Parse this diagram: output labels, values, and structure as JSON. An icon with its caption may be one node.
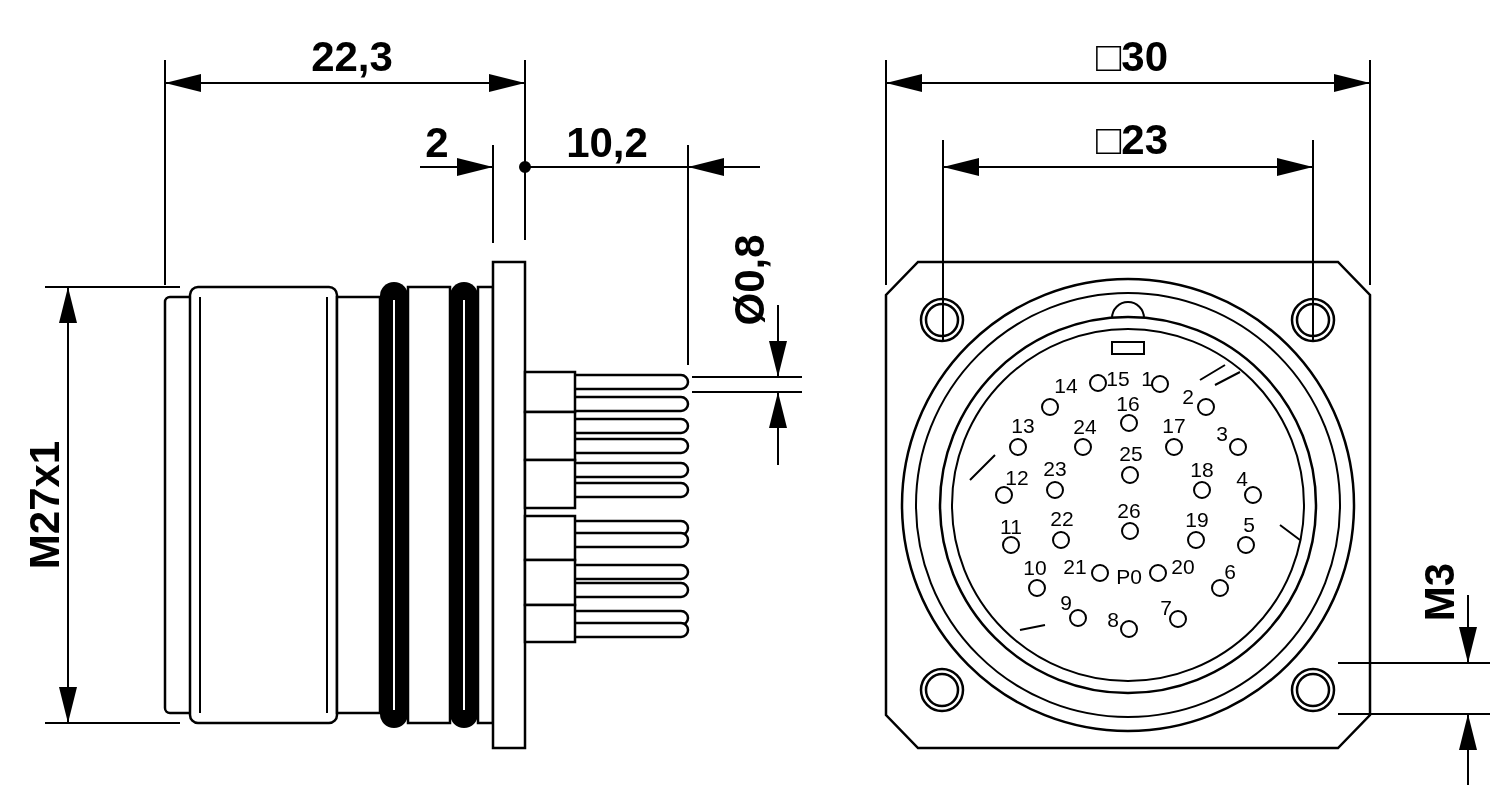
{
  "diagram": {
    "labels": [
      "22,3",
      "□30",
      "2",
      "10,2",
      "□23",
      "Ø0,8",
      "15",
      "1",
      "14",
      "2",
      "16",
      "13",
      "24",
      "17",
      "3",
      "25",
      "23",
      "18",
      "12",
      "4",
      "26",
      "22",
      "19",
      "11",
      "5",
      "10",
      "21",
      "P0",
      "20",
      "6",
      "9",
      "7",
      "8",
      "M27x1",
      "M3"
    ]
  }
}
